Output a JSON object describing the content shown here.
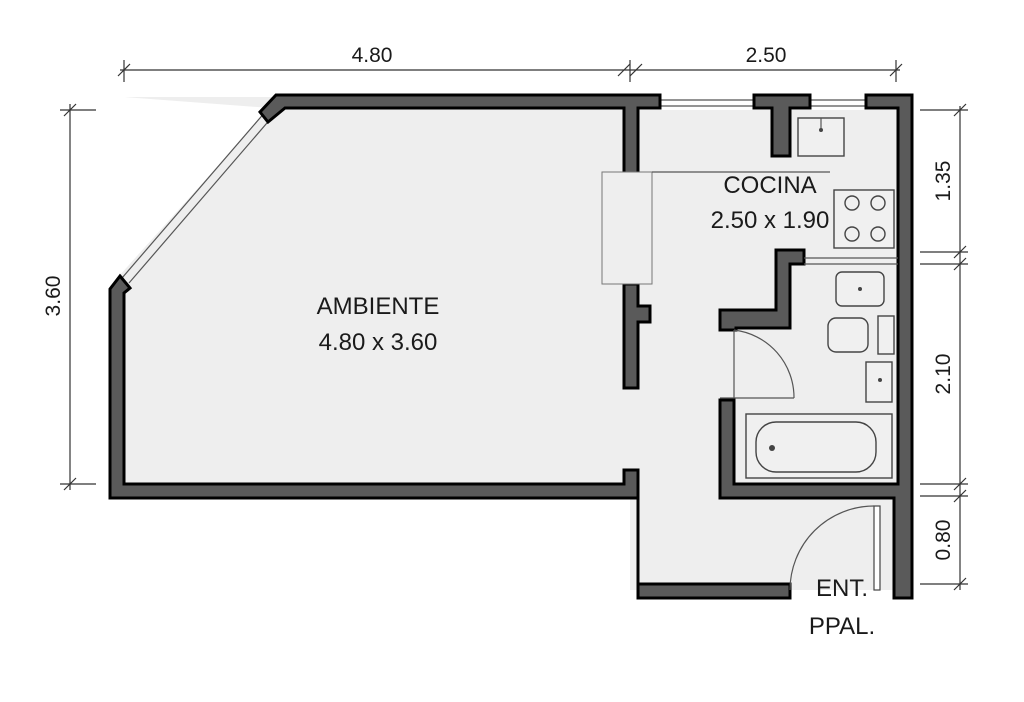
{
  "plan": {
    "rooms": [
      {
        "name": "AMBIENTE",
        "size": "4.80 x 3.60"
      },
      {
        "name": "COCINA",
        "size": "2.50 x 1.90"
      }
    ],
    "entrance": {
      "line1": "ENT.",
      "line2": "PPAL."
    },
    "dimensions": {
      "top_left": "4.80",
      "top_right": "2.50",
      "left": "3.60",
      "right_top": "1.35",
      "right_middle": "2.10",
      "right_bottom": "0.80"
    },
    "colors": {
      "wall_fill": "#5a5a5a",
      "floor_fill": "#eeeeee",
      "line": "#333333"
    }
  }
}
